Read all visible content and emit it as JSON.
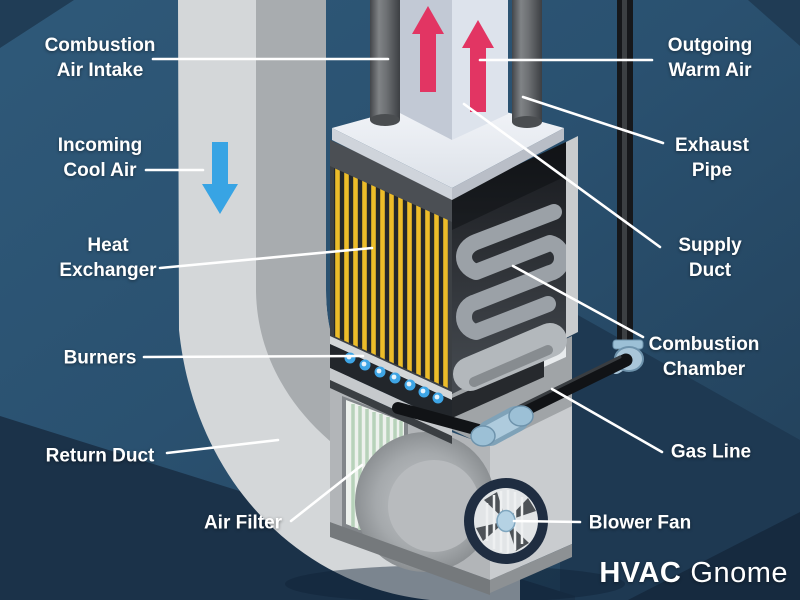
{
  "labels": {
    "combustion_air_intake": {
      "line1": "Combustion",
      "line2": "Air Intake"
    },
    "incoming_cool_air": {
      "line1": "Incoming",
      "line2": "Cool Air"
    },
    "heat_exchanger": {
      "line1": "Heat",
      "line2": "Exchanger"
    },
    "burners": {
      "line1": "Burners"
    },
    "return_duct": {
      "line1": "Return Duct"
    },
    "air_filter": {
      "line1": "Air Filter"
    },
    "outgoing_warm_air": {
      "line1": "Outgoing",
      "line2": "Warm Air"
    },
    "exhaust_pipe": {
      "line1": "Exhaust",
      "line2": "Pipe"
    },
    "supply_duct": {
      "line1": "Supply",
      "line2": "Duct"
    },
    "combustion_chamber": {
      "line1": "Combustion",
      "line2": "Chamber"
    },
    "gas_line": {
      "line1": "Gas Line"
    },
    "blower_fan": {
      "line1": "Blower Fan"
    }
  },
  "logo": {
    "bold": "HVAC",
    "regular": "Gnome"
  },
  "icons": {
    "warm_air": "up-arrow-icon",
    "cool_air": "down-arrow-icon",
    "burner_flame": "flame-icon"
  },
  "colors": {
    "background": "#2b5170",
    "floor": "#1b3249",
    "duct_gray": "#d4d7d9",
    "heat_exchanger_yellow": "#ecbc29",
    "warm_air_pink": "#e23563",
    "cool_air_blue": "#38a4e4",
    "flame_blue": "#3ea5e5",
    "gas_pipe_black": "#16181b",
    "fitting_blue": "#a9c6d9",
    "label_white": "#ffffff"
  }
}
